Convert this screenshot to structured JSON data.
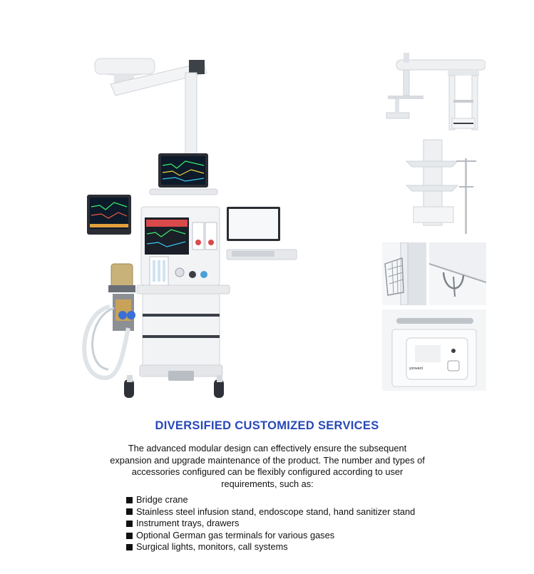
{
  "heading": "DIVERSIFIED CUSTOMIZED SERVICES",
  "description": "The advanced modular design can effectively ensure the subsequent expansion and upgrade maintenance of the product. The number and types of accessories configured can be flexibly configured according to user requirements, such as:",
  "features": [
    "Bridge crane",
    "Stainless steel infusion stand, endoscope stand, hand sanitizer stand",
    "Instrument trays, drawers",
    "Optional German gas terminals for various gases",
    "Surgical lights, monitors, call systems"
  ],
  "call_panel_brand": "yonward",
  "colors": {
    "heading": "#2748b8",
    "text": "#111111",
    "machine_white": "#f2f3f5",
    "machine_accent": "#d94a4a"
  },
  "icons": [
    "bridge-crane-image",
    "infusion-stand-image",
    "basket-image",
    "hook-image",
    "call-panel-image"
  ]
}
